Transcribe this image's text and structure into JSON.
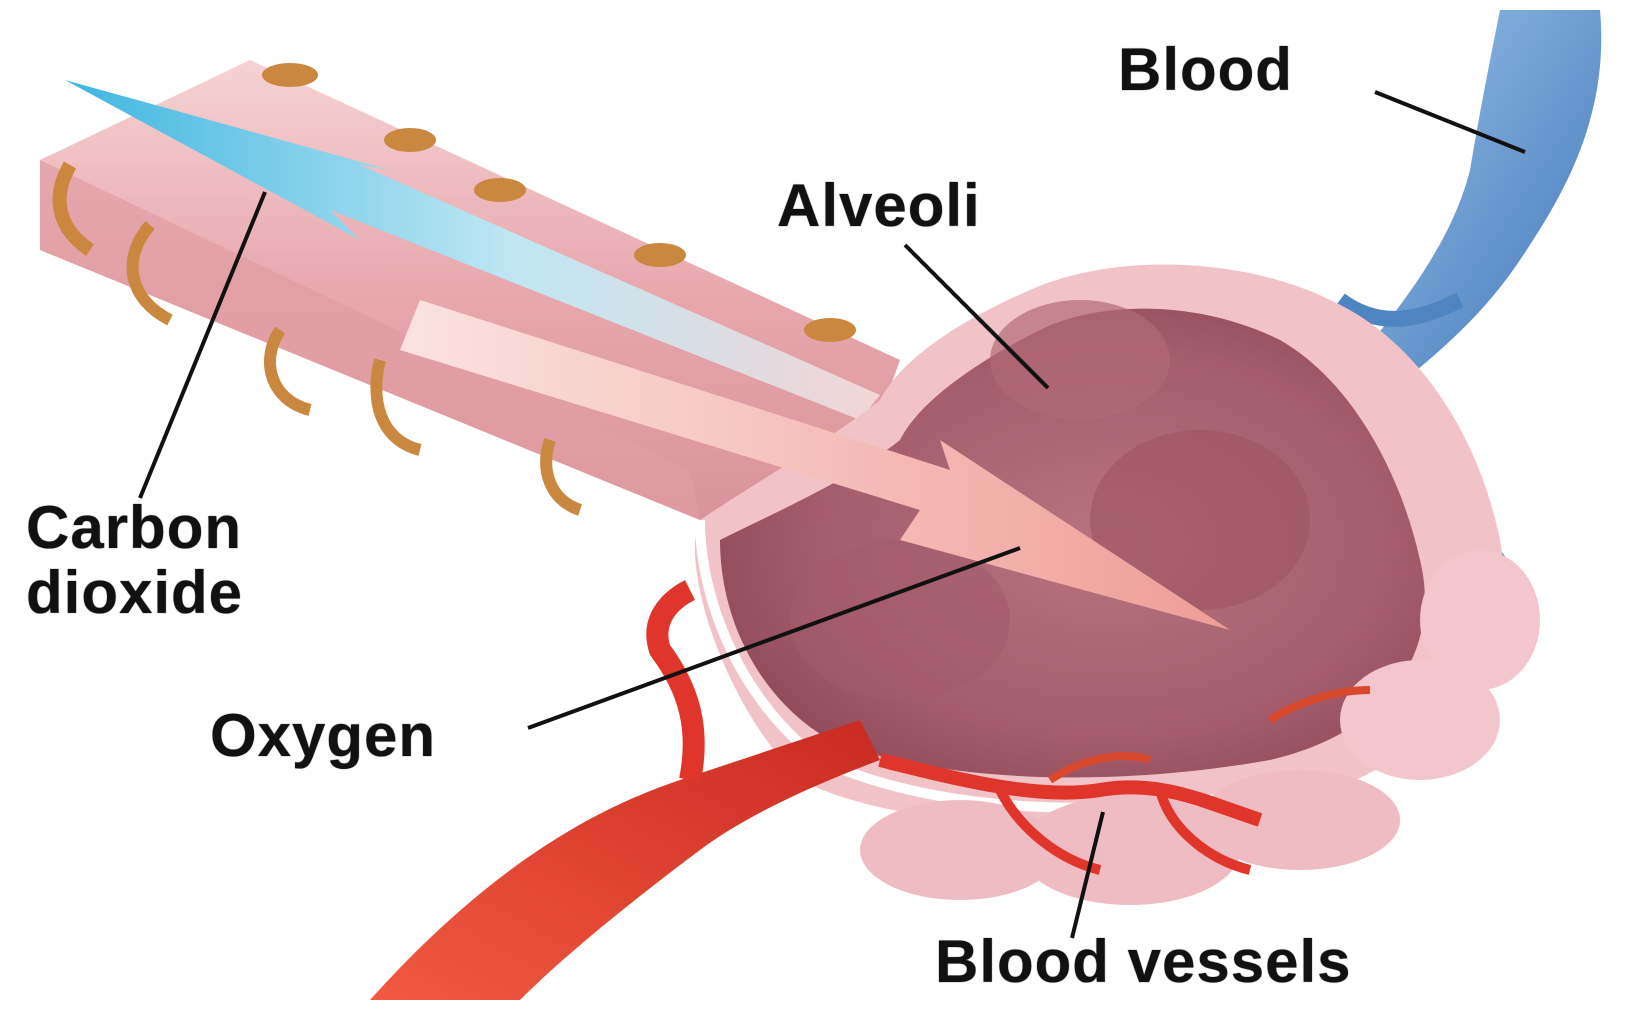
{
  "labels": {
    "blood": "Blood",
    "alveoli": "Alveoli",
    "carbon_line1": "Carbon",
    "carbon_line2": "dioxide",
    "oxygen": "Oxygen",
    "blood_vessels": "Blood vessels"
  },
  "colors": {
    "airway": "#e9aeb3",
    "cartilage": "#c9873f",
    "alveolus_interior": "#a8606f",
    "alveolus_wall": "#f2c6cc",
    "co2_arrow": "#6cc9e6",
    "oxygen_arrow": "#f4b3ac",
    "artery": "#e0352a",
    "vein": "#5b8ec8",
    "leader_line": "#111111"
  }
}
